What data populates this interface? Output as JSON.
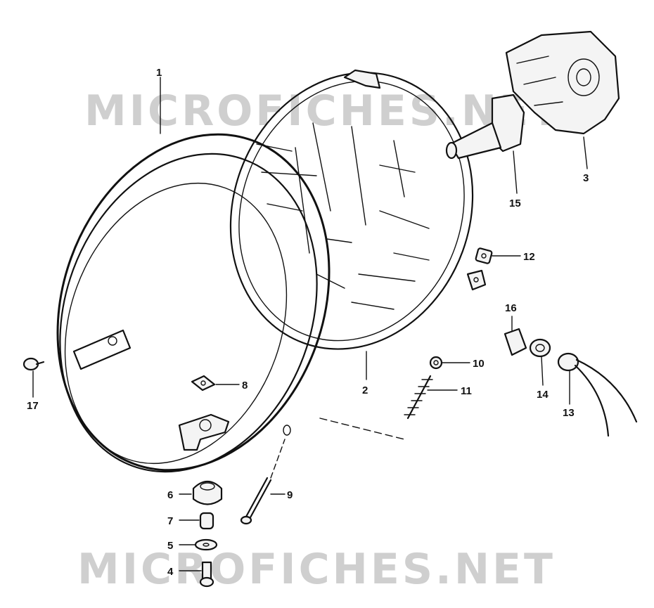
{
  "watermark": {
    "text": "MICROFICHES.NET"
  },
  "colors": {
    "ink": "#111111",
    "watermark": "#cfcfcf",
    "background": "#ffffff"
  },
  "callouts": {
    "p1": "1",
    "p2": "2",
    "p3": "3",
    "p4": "4",
    "p5": "5",
    "p6": "6",
    "p7": "7",
    "p8": "8",
    "p9": "9",
    "p10": "10",
    "p11": "11",
    "p12": "12",
    "p13": "13",
    "p14": "14",
    "p15": "15",
    "p16": "16",
    "p17": "17"
  }
}
